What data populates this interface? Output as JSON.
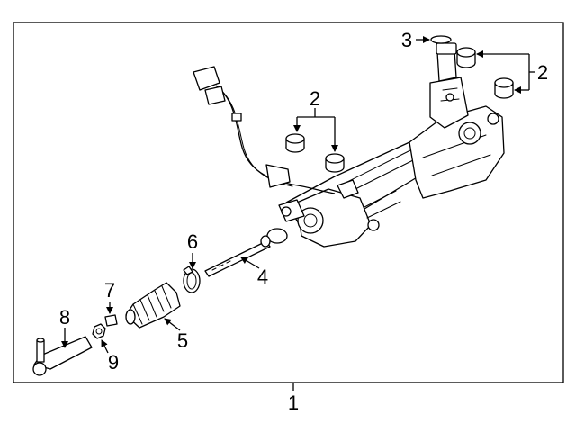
{
  "callouts": {
    "c1": "1",
    "c2a": "2",
    "c2b": "2",
    "c3": "3",
    "c4": "4",
    "c5": "5",
    "c6": "6",
    "c7": "7",
    "c8": "8",
    "c9": "9"
  },
  "colors": {
    "line": "#000000",
    "background": "#ffffff"
  }
}
